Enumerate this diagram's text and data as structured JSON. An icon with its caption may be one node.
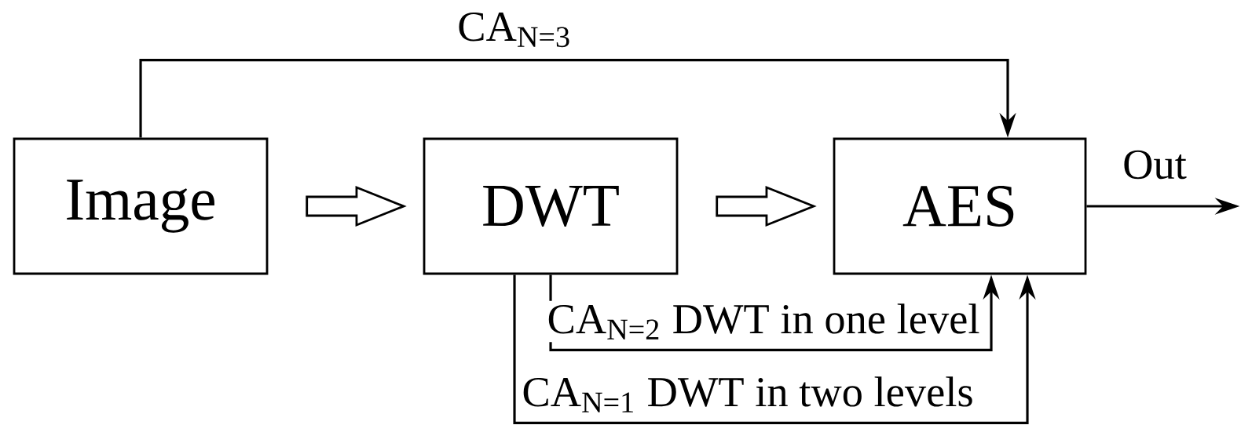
{
  "diagram": {
    "nodes": [
      {
        "text": [
          "Image"
        ]
      },
      {
        "text": [
          "DWT"
        ]
      },
      {
        "text": [
          "AES"
        ]
      }
    ],
    "edges": [
      {
        "from": 0,
        "to": 1,
        "arrow": "to",
        "style": "thick"
      },
      {
        "from": 1,
        "to": 2,
        "arrow": "to",
        "style": "thick"
      },
      {
        "from": 0,
        "to": 2,
        "arrow": "to",
        "label": "CA$_{N=3}$"
      },
      {
        "from": 1,
        "to": 2,
        "arrow": "to",
        "label": "CA$_{N=2}$ DWT in one level"
      },
      {
        "from": 1,
        "to": 2,
        "arrow": "to",
        "label": "CA$_{N=1}$ DWT in two levels"
      },
      {
        "from": 2,
        "to": null,
        "arrow": "to",
        "label": "Out"
      }
    ]
  }
}
